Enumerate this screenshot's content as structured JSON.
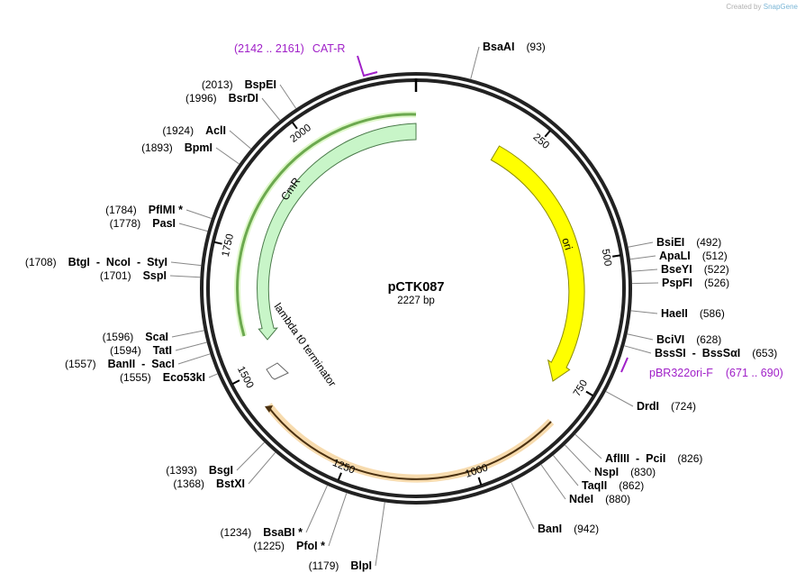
{
  "credit": {
    "prefix": "Created by",
    "brand": "SnapGene"
  },
  "plasmid": {
    "name": "pCTK087",
    "length_label": "2227 bp",
    "length": 2227
  },
  "scale_ticks": [
    "250",
    "500",
    "750",
    "1000",
    "1250",
    "1500",
    "1750",
    "2000"
  ],
  "features": [
    {
      "name": "ori",
      "color": "#ffff00",
      "stroke": "#8c8c00"
    },
    {
      "name": "CmR",
      "color": "#c8f5c8",
      "stroke": "#3f7f3f"
    },
    {
      "name": "lambda t0 terminator",
      "color": "#ffffff",
      "stroke": "#606060"
    }
  ],
  "primers": [
    {
      "name": "CAT-R",
      "range": "(2142 .. 2161)"
    },
    {
      "name": "pBR322ori-F",
      "range": "(671 .. 690)"
    }
  ],
  "sites": [
    {
      "name": "BsaAI",
      "pos": "(93)"
    },
    {
      "name": "BsiEI",
      "pos": "(492)"
    },
    {
      "name": "ApaLI",
      "pos": "(512)"
    },
    {
      "name": "BseYI",
      "pos": "(522)"
    },
    {
      "name": "PspFI",
      "pos": "(526)"
    },
    {
      "name": "HaeII",
      "pos": "(586)"
    },
    {
      "name": "BciVI",
      "pos": "(628)"
    },
    {
      "name": "BssSI  -  BssSαI",
      "pos": "(653)"
    },
    {
      "name": "DrdI",
      "pos": "(724)"
    },
    {
      "name": "AflIII  -  PciI",
      "pos": "(826)"
    },
    {
      "name": "NspI",
      "pos": "(830)"
    },
    {
      "name": "TaqII",
      "pos": "(862)"
    },
    {
      "name": "NdeI",
      "pos": "(880)"
    },
    {
      "name": "BanI",
      "pos": "(942)"
    },
    {
      "name": "BlpI",
      "pos": "(1179)"
    },
    {
      "name": "PfoI *",
      "pos": "(1225)"
    },
    {
      "name": "BsaBI *",
      "pos": "(1234)"
    },
    {
      "name": "BstXI",
      "pos": "(1368)"
    },
    {
      "name": "BsgI",
      "pos": "(1393)"
    },
    {
      "name": "Eco53kI",
      "pos": "(1555)"
    },
    {
      "name": "BanII  -  SacI",
      "pos": "(1557)"
    },
    {
      "name": "TatI",
      "pos": "(1594)"
    },
    {
      "name": "ScaI",
      "pos": "(1596)"
    },
    {
      "name": "SspI",
      "pos": "(1701)"
    },
    {
      "name": "BtgI  -  NcoI  -  StyI",
      "pos": "(1708)"
    },
    {
      "name": "PasI",
      "pos": "(1778)"
    },
    {
      "name": "PflMI *",
      "pos": "(1784)"
    },
    {
      "name": "BpmI",
      "pos": "(1893)"
    },
    {
      "name": "AclI",
      "pos": "(1924)"
    },
    {
      "name": "BsrDI",
      "pos": "(1996)"
    },
    {
      "name": "BspEI",
      "pos": "(2013)"
    }
  ]
}
